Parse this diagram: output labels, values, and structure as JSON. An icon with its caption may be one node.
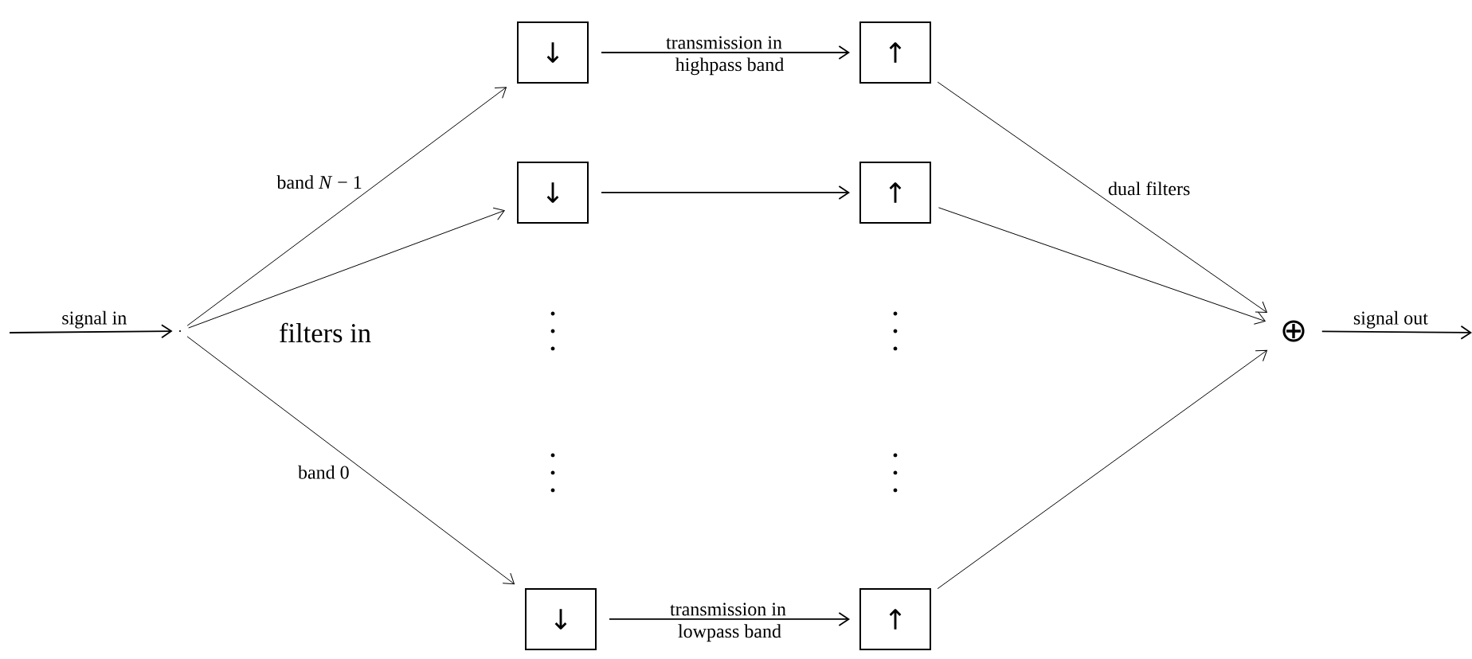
{
  "diagram": {
    "nodes": [
      {
        "text": [],
        "shape": "point"
      },
      {
        "text": [
          "↓"
        ]
      },
      {
        "text": [
          "↑"
        ]
      },
      {
        "text": [
          "↓"
        ]
      },
      {
        "text": [
          "↑"
        ]
      },
      {
        "text": [
          "↓"
        ]
      },
      {
        "text": [
          "↑"
        ]
      },
      {
        "text": [
          "⊕"
        ]
      }
    ],
    "edges": [
      {
        "from": null,
        "to": 0,
        "arrow": "to",
        "label": "signal in"
      },
      {
        "from": 0,
        "to": 1,
        "arrow": "to",
        "label": "band *N* − 1"
      },
      {
        "from": 0,
        "to": 3,
        "arrow": "to"
      },
      {
        "from": 0,
        "to": 5,
        "arrow": "to",
        "label": "band 0"
      },
      {
        "from": 1,
        "to": 2,
        "arrow": "to",
        "label": "transmission in"
      },
      {
        "from": 3,
        "to": 4,
        "arrow": "to"
      },
      {
        "from": 5,
        "to": 6,
        "arrow": "to",
        "label": "transmission in"
      },
      {
        "from": 2,
        "to": 7,
        "arrow": "to",
        "label": "dual filters"
      },
      {
        "from": 4,
        "to": 7,
        "arrow": "to"
      },
      {
        "from": 6,
        "to": 7,
        "arrow": "to"
      },
      {
        "from": 7,
        "to": null,
        "arrow": "to",
        "label": "signal out"
      }
    ],
    "labels": [
      "highpass band",
      "lowpass band",
      "filters in"
    ]
  }
}
